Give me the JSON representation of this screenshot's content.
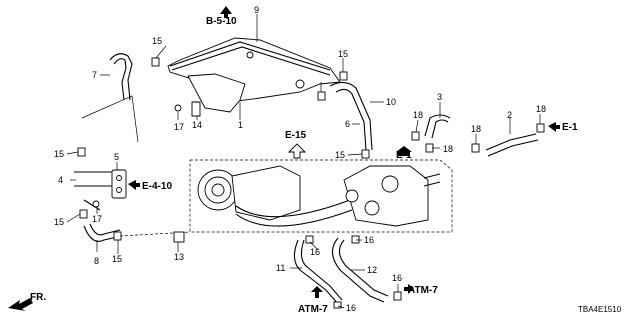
{
  "diagram": {
    "code": "TBA4E1510",
    "front_label": "FR.",
    "refs": {
      "b510": "B-5-10",
      "e15": "E-15",
      "e1_mid": "E-1",
      "e1_right": "E-1",
      "e410": "E-4-10",
      "atm7_left": "ATM-7",
      "atm7_right": "ATM-7"
    },
    "callouts": [
      {
        "id": "c1",
        "text": "1"
      },
      {
        "id": "c2",
        "text": "2"
      },
      {
        "id": "c3",
        "text": "3"
      },
      {
        "id": "c4",
        "text": "4"
      },
      {
        "id": "c5",
        "text": "5"
      },
      {
        "id": "c6",
        "text": "6"
      },
      {
        "id": "c7",
        "text": "7"
      },
      {
        "id": "c8",
        "text": "8"
      },
      {
        "id": "c9",
        "text": "9"
      },
      {
        "id": "c10",
        "text": "10"
      },
      {
        "id": "c11",
        "text": "11"
      },
      {
        "id": "c12",
        "text": "12"
      },
      {
        "id": "c13",
        "text": "13"
      },
      {
        "id": "c14",
        "text": "14"
      },
      {
        "id": "c15a",
        "text": "15"
      },
      {
        "id": "c15b",
        "text": "15"
      },
      {
        "id": "c15c",
        "text": "15"
      },
      {
        "id": "c15d",
        "text": "15"
      },
      {
        "id": "c15e",
        "text": "15"
      },
      {
        "id": "c15f",
        "text": "15"
      },
      {
        "id": "c16a",
        "text": "16"
      },
      {
        "id": "c16b",
        "text": "16"
      },
      {
        "id": "c16c",
        "text": "16"
      },
      {
        "id": "c16d",
        "text": "16"
      },
      {
        "id": "c17a",
        "text": "17"
      },
      {
        "id": "c17b",
        "text": "17"
      },
      {
        "id": "c18a",
        "text": "18"
      },
      {
        "id": "c18b",
        "text": "18"
      },
      {
        "id": "c18c",
        "text": "18"
      },
      {
        "id": "c18d",
        "text": "18"
      }
    ]
  }
}
